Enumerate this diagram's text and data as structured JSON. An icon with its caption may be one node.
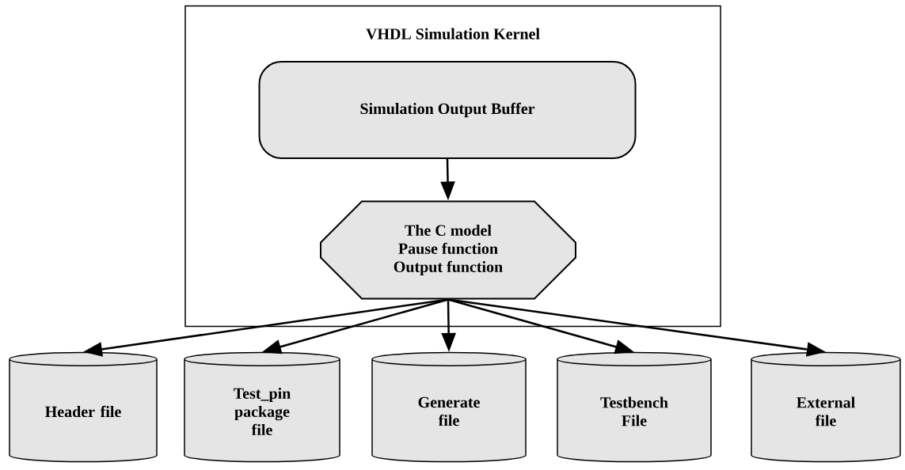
{
  "diagram": {
    "nodes": [
      {
        "text": [
          "VHDL Simulation Kernel"
        ]
      },
      {
        "text": [
          "Simulation Output Buffer"
        ],
        "in": 0
      },
      {
        "text": [
          "The C model",
          "Pause function",
          "Output function"
        ],
        "in": 0
      },
      {
        "text": [
          "Header file"
        ]
      },
      {
        "text": [
          "Test_pin package file"
        ]
      },
      {
        "text": [
          "Generate file"
        ]
      },
      {
        "text": [
          "Testbench File"
        ]
      },
      {
        "text": [
          "External file"
        ]
      }
    ],
    "edges": [
      {
        "from": 1,
        "to": 2,
        "arrow": "to"
      },
      {
        "from": 2,
        "to": 3,
        "arrow": "to"
      },
      {
        "from": 2,
        "to": 4,
        "arrow": "to"
      },
      {
        "from": 2,
        "to": 5,
        "arrow": "to"
      },
      {
        "from": 2,
        "to": 6,
        "arrow": "to"
      },
      {
        "from": 2,
        "to": 7,
        "arrow": "to"
      }
    ]
  }
}
